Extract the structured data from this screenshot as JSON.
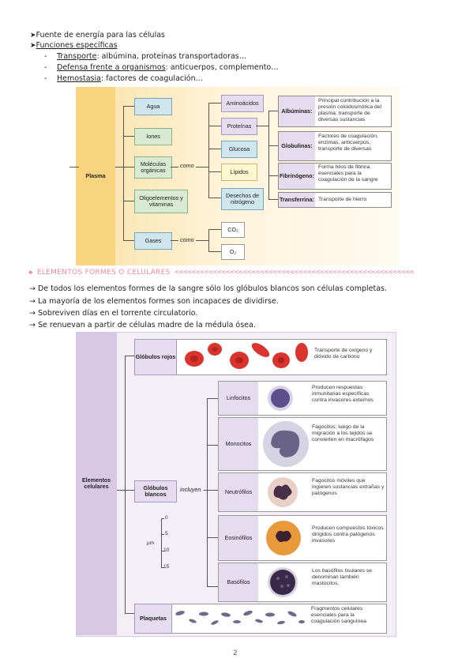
{
  "bullets_top": [
    {
      "text": "Fuente de energía para las células"
    },
    {
      "text": "Funciones específicas"
    }
  ],
  "sub_items": [
    {
      "label": "Transporte",
      "rest": ": albúmina, proteínas transportadoras…"
    },
    {
      "label": "Defensa frente a organismos",
      "rest": ": anticuerpos, complemento…"
    },
    {
      "label": "Hemostasia",
      "rest": ": factores de coagulación…"
    }
  ],
  "plasma_diagram": {
    "root": "Plasma",
    "como": "como",
    "col1": [
      "Agua",
      "Iones",
      "Moléculas orgánicas",
      "Oligoelementos y vitaminas",
      "Gases"
    ],
    "col2": [
      "Aminoácidos",
      "Proteínas",
      "Glucosa",
      "Lípidos",
      "Desechos de nitrógeno"
    ],
    "gases": [
      "CO₂",
      "O₂"
    ],
    "proteins": [
      {
        "name": "Albúminas:",
        "desc": "Principal contribución a la presión coloidosmótica del plasma; transporte de diversas sustancias"
      },
      {
        "name": "Globulinas:",
        "desc": "Factores de coagulación, enzimas, anticuerpos, transporte de diversas"
      },
      {
        "name": "Fibrinógeno:",
        "desc": "Forma hilos de fibrina esenciales para la coagulación de la sangre"
      },
      {
        "name": "Transferrina:",
        "desc": "Transporte de hierro"
      }
    ]
  },
  "section_heading": "ELEMENTOS FORMES O CELULARES",
  "arrow_lines": [
    "De todos los elementos formes de la sangre sólo los glóbulos blancos son células completas.",
    "La mayoría de los elementos formes son incapaces de dividirse.",
    "Sobreviven días en el torrente circulatorio.",
    "Se renuevan a partir de células madre de la médula ósea."
  ],
  "cells_diagram": {
    "root": "Elementos celulares",
    "red": {
      "name": "Glóbulos rojos",
      "desc": "Transporte de oxígeno y dióxido de carbono"
    },
    "white": {
      "name": "Glóbulos blancos",
      "incluyen": "incluyen"
    },
    "leukocytes": [
      {
        "name": "Linfocitos",
        "desc": "Producen respuestas inmunitarias específicas contra invasores externos"
      },
      {
        "name": "Monocitos",
        "desc": "Fagocitos; luego de la migración a los tejidos se convierten en macrófagos"
      },
      {
        "name": "Neutrófilos",
        "desc": "Fagocitos móviles que ingieren sustancias extrañas y patógenos"
      },
      {
        "name": "Eosinófilos",
        "desc": "Producen compuestos tóxicos dirigidos contra patógenos invasores"
      },
      {
        "name": "Basófilos",
        "desc": "Los basófilos tisulares se denominan también mastocitos."
      }
    ],
    "platelets": {
      "name": "Plaquetas",
      "desc": "Fragmentos celulares esenciales para la coagulación sanguínea"
    },
    "scale": {
      "unit": "μm",
      "ticks": [
        "0",
        "5",
        "10",
        "15"
      ]
    }
  },
  "page_number": "2",
  "colors": {
    "heading_accent": "#f08a9c",
    "plasma_panel": "#fbe6b4",
    "cells_panel": "#e8ddef"
  }
}
